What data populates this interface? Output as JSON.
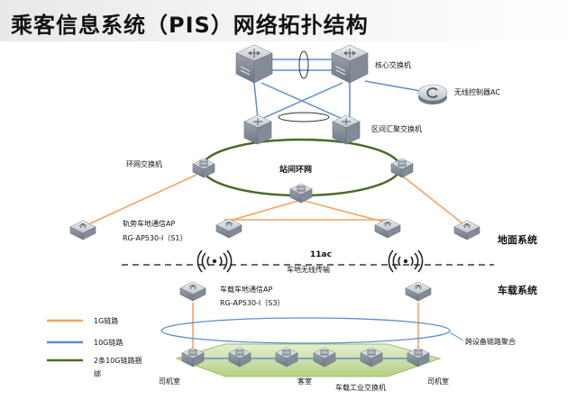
{
  "title": "乘客信息系统（PIS）网络拓扑结构",
  "labels": {
    "core_switch": "核心交换机",
    "wireless_controller": "无线控制器AC",
    "district_switch": "区间汇聚交换机",
    "ring_switch": "环网交换机",
    "station_ring": "站间环网",
    "trackside_ap_1": "轨旁车地通信AP",
    "trackside_ap_2": "RG-AP530-I（S1）",
    "band": "11ac",
    "wireless_link": "车地无线传输",
    "ground_system": "地面系统",
    "vehicle_system": "车载系统",
    "onboard_ap_1": "车载车地通信AP",
    "onboard_ap_2": "RG-AP530-I（S3）",
    "cross_device_aggregation": "跨设备链路聚合",
    "cab_left": "司机室",
    "carriage": "客室",
    "industrial_switch": "车载工业交换机",
    "cab_right": "司机室"
  },
  "legend": [
    {
      "label": "1G链路",
      "color": "#f4a460"
    },
    {
      "label": "10G链路",
      "color": "#5b8fd0"
    },
    {
      "label_line1": "2条10G链路捆",
      "label_line2": "绑",
      "color": "#4a6b28"
    }
  ],
  "colors": {
    "link_1g": "#f4a460",
    "link_10g": "#5b8fd0",
    "link_bundle": "#4a6b28",
    "device": "#9aa3ad",
    "device_dark": "#6e7782",
    "platform": "#c9dca0"
  }
}
